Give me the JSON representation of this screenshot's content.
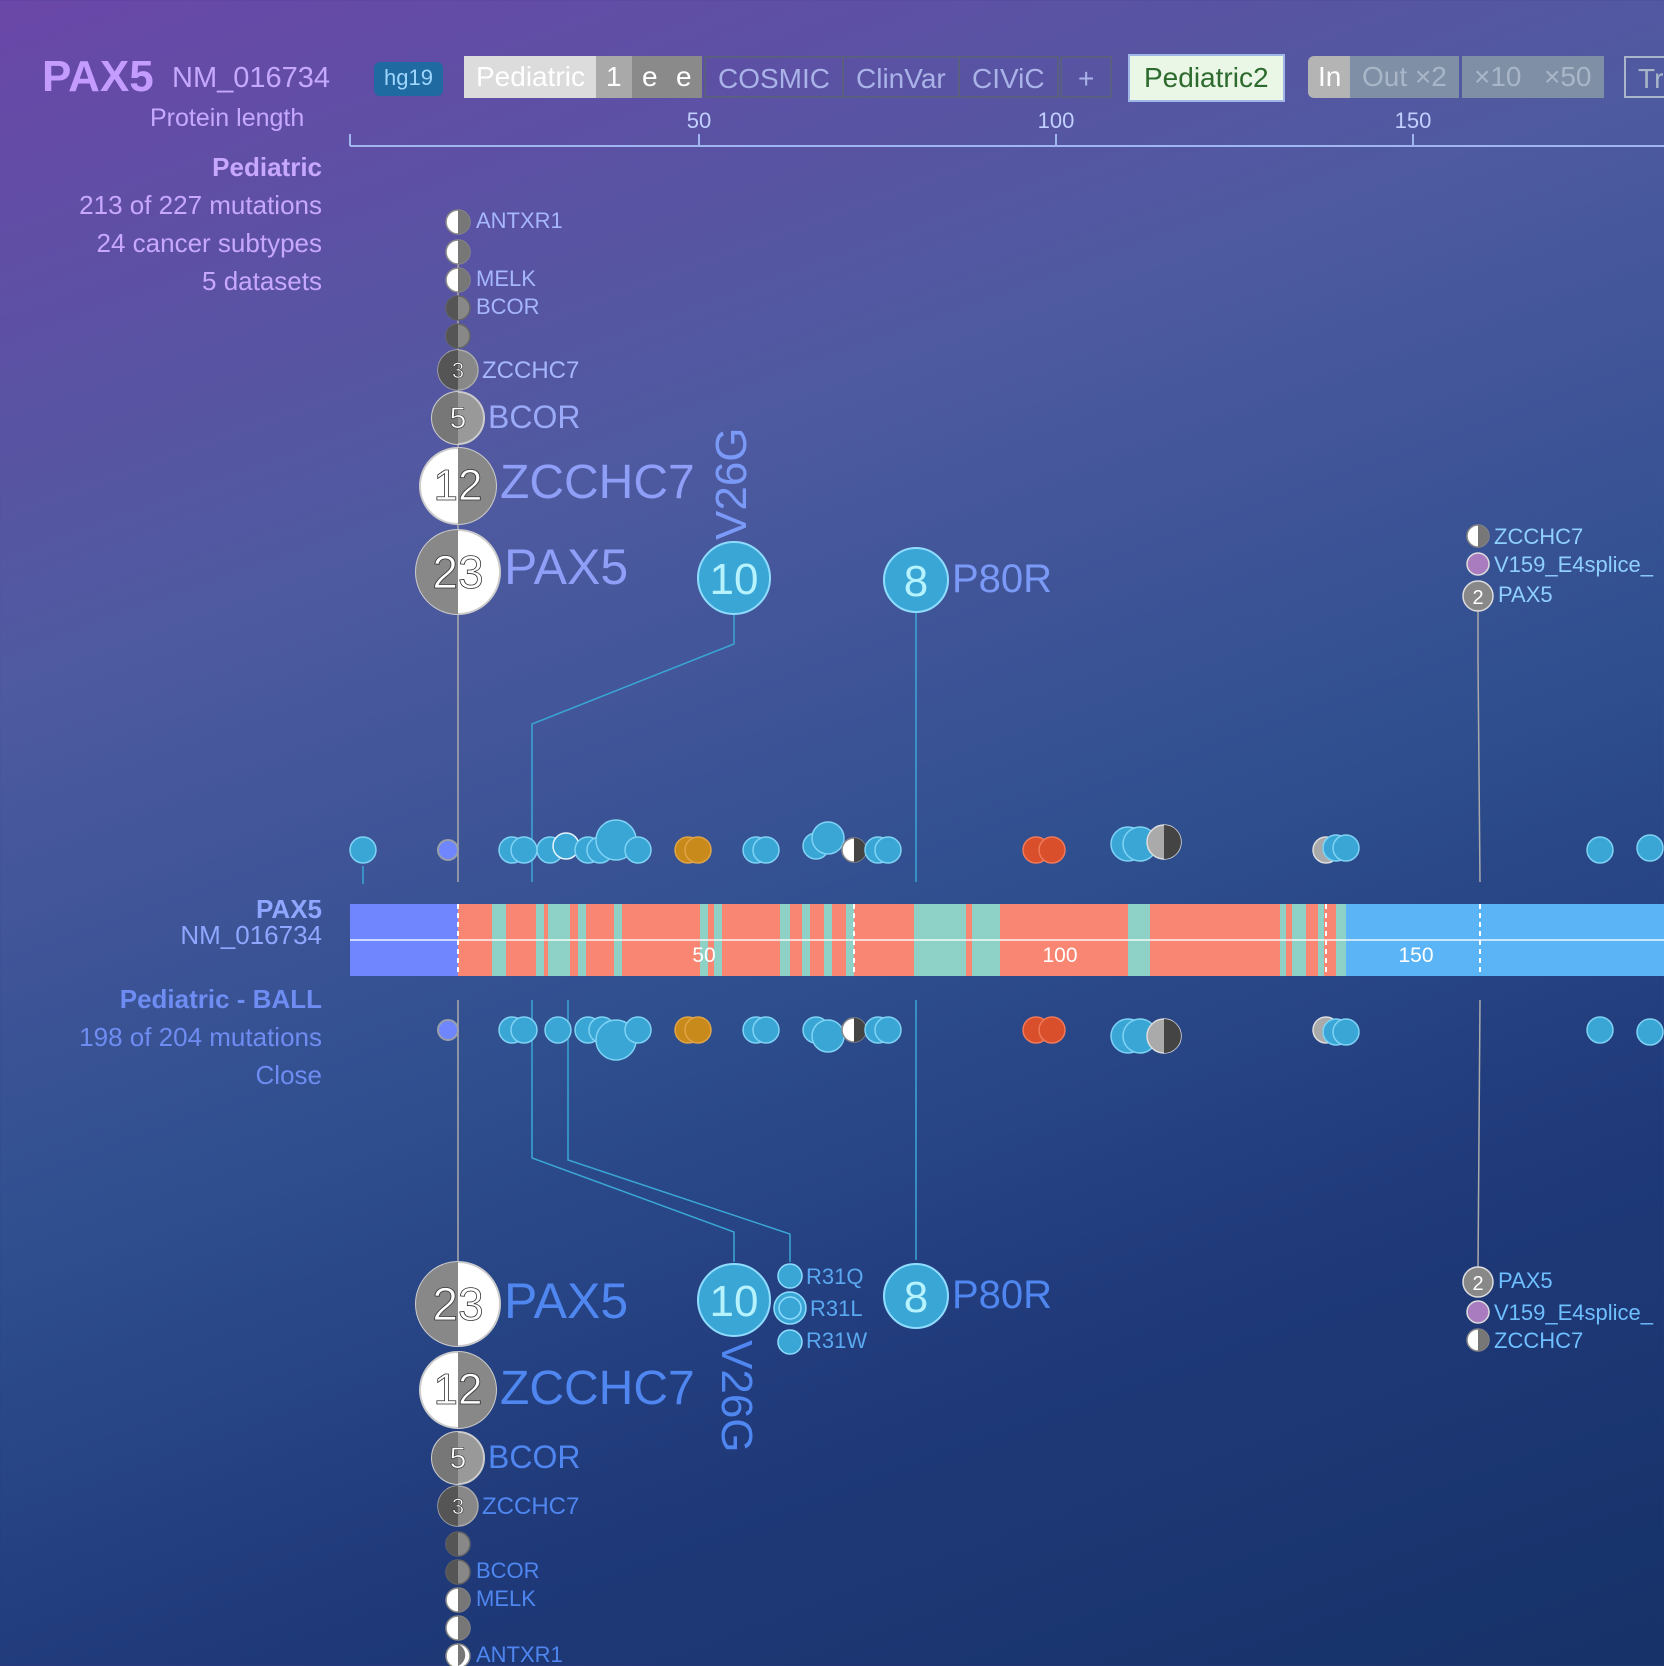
{
  "header": {
    "gene": "PAX5",
    "isoform": "NM_016734",
    "protein_length_label": "Protein length",
    "genome": "hg19",
    "buttons": {
      "pediatric": "Pediatric",
      "one": "1",
      "e1": "e",
      "e2": "e",
      "cosmic": "COSMIC",
      "clinvar": "ClinVar",
      "civic": "CIViC",
      "plus": "+",
      "pediatric2": "Pediatric2",
      "zoom_in": "In",
      "zoom_out": "Out ×2",
      "x10": "×10",
      "x50": "×50",
      "tr": "Tr"
    }
  },
  "ruler": {
    "ticks": [
      50,
      100,
      150
    ]
  },
  "pediatric_panel": {
    "title": "Pediatric",
    "mutations": "213 of 227 mutations",
    "subtypes": "24 cancer subtypes",
    "datasets": "5 datasets"
  },
  "track": {
    "gene": "PAX5",
    "isoform": "NM_016734",
    "protein_labels": [
      "50",
      "100",
      "150"
    ]
  },
  "subtrack": {
    "title": "Pediatric - BALL",
    "mutations": "198 of 204 mutations",
    "close": "Close"
  },
  "fusion_partners_top": [
    "ANTXR1",
    "MELK",
    "BCOR",
    "ZCCHC7",
    "BCOR",
    "ZCCHC7",
    "PAX5"
  ],
  "fusion_partners_bottom": [
    "PAX5",
    "ZCCHC7",
    "BCOR",
    "ZCCHC7",
    "BCOR",
    "MELK",
    "ANTXR1"
  ],
  "fusion_counts": {
    "pax5": "23",
    "zcchc7": "12",
    "bcor": "5",
    "zcchc7_small": "3",
    "pax5_right": "2"
  },
  "variants": {
    "v26g": "V26G",
    "v26g_count": "10",
    "p80r": "P80R",
    "p80r_count": "8",
    "r31q": "R31Q",
    "r31l": "R31L",
    "r31w": "R31W",
    "right_top": [
      "ZCCHC7",
      "V159_E4splice_",
      "PAX5"
    ],
    "right_bottom": [
      "PAX5",
      "V159_E4splice_",
      "ZCCHC7"
    ]
  },
  "colors": {
    "missense": "#3aa6d6",
    "truncation": "#d94e2b",
    "inframe": "#c88a1a",
    "fusion": "#9a9a9a",
    "track_left": "#6f86ff",
    "track_domain": "#f88672",
    "track_gap": "#8ed1c6",
    "track_right": "#5bb4f6",
    "label_top": "#7b86f7",
    "label_bottom": "#4f86f0"
  }
}
